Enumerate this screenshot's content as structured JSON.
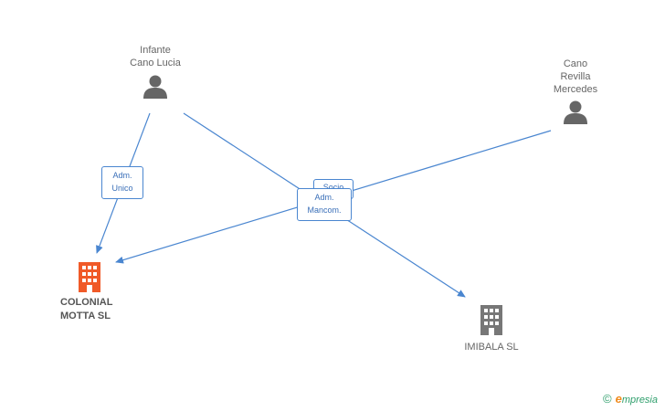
{
  "persons": [
    {
      "id": "infante",
      "label": "Infante\nCano Lucia"
    },
    {
      "id": "cano",
      "label": "Cano\nRevilla\nMercedes"
    }
  ],
  "companies": [
    {
      "id": "colonial",
      "label": "COLONIAL\nMOTTA SL",
      "color": "#f05a28"
    },
    {
      "id": "imibala",
      "label": "IMIBALA SL",
      "color": "#777777"
    }
  ],
  "edge_labels": {
    "adm_unico": "Adm.\nUnico",
    "socio_partial": "Socio",
    "adm_mancom": "Adm.\nMancom."
  },
  "colors": {
    "edge": "#4a86d0",
    "person_icon": "#666666"
  },
  "footer": {
    "copyright": "©",
    "brand_e": "e",
    "brand_rest": "mpresia"
  }
}
